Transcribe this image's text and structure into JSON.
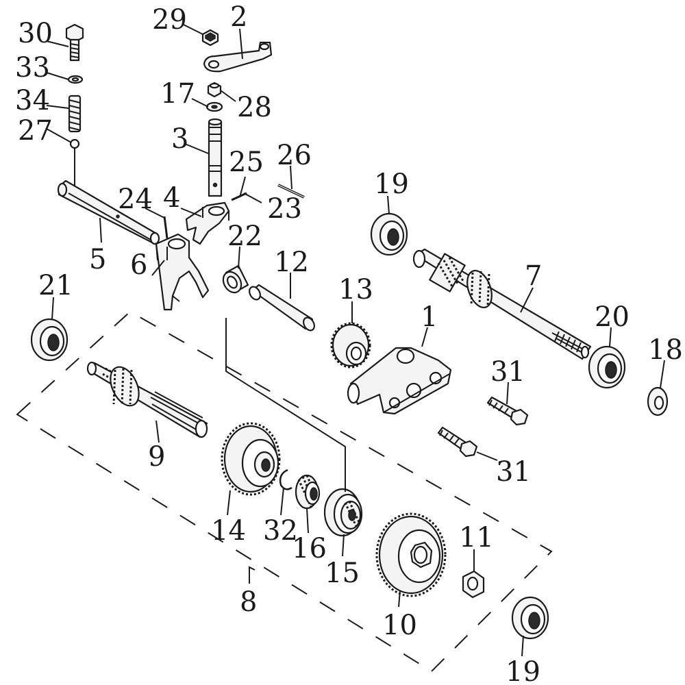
{
  "callouts": {
    "c1": "1",
    "c2": "2",
    "c3": "3",
    "c4": "4",
    "c5": "5",
    "c6": "6",
    "c7": "7",
    "c8": "8",
    "c9": "9",
    "c10": "10",
    "c11": "11",
    "c12": "12",
    "c13": "13",
    "c14": "14",
    "c15": "15",
    "c16": "16",
    "c17": "17",
    "c18": "18",
    "c19a": "19",
    "c19b": "19",
    "c20": "20",
    "c21": "21",
    "c22": "22",
    "c23": "23",
    "c24": "24",
    "c25": "25",
    "c26": "26",
    "c27": "27",
    "c28": "28",
    "c29": "29",
    "c30": "30",
    "c31a": "31",
    "c31b": "31",
    "c32": "32",
    "c33": "33",
    "c34": "34"
  }
}
